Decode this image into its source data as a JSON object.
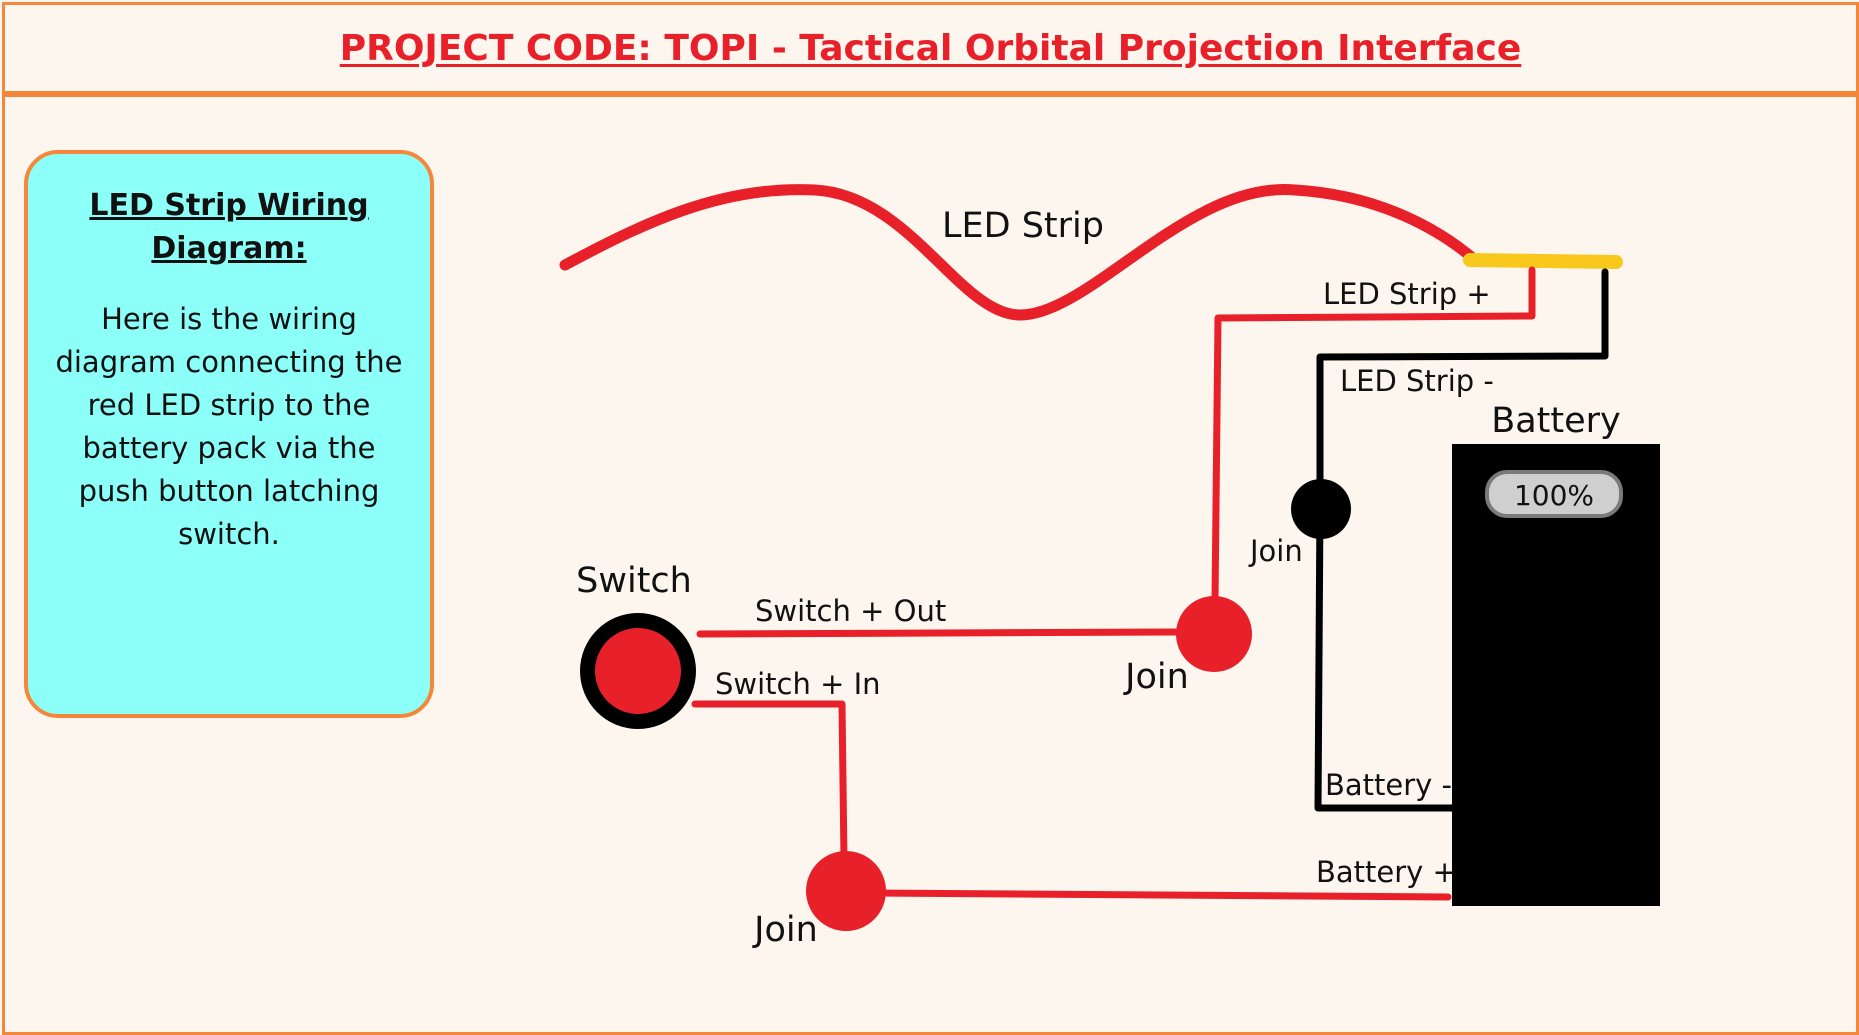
{
  "header": {
    "title": "PROJECT CODE: TOPI - Tactical Orbital Projection Interface"
  },
  "info_card": {
    "title": "LED Strip Wiring Diagram:",
    "body": "Here is the wiring diagram connecting the red LED strip to the battery pack via the push button latching switch."
  },
  "diagram": {
    "labels": {
      "led_strip": "LED Strip",
      "led_strip_plus": "LED Strip +",
      "led_strip_minus": "LED Strip -",
      "battery": "Battery",
      "battery_level": "100%",
      "join_black": "Join",
      "join_mid": "Join",
      "join_bottom": "Join",
      "switch": "Switch",
      "switch_out": "Switch + Out",
      "switch_in": "Switch + In",
      "battery_minus": "Battery -",
      "battery_plus": "Battery +"
    },
    "colors": {
      "positive_wire": "#e8202a",
      "negative_wire": "#000000",
      "connector": "#f8c81c",
      "accent": "#f4873a",
      "card": "#8cfff8"
    }
  }
}
